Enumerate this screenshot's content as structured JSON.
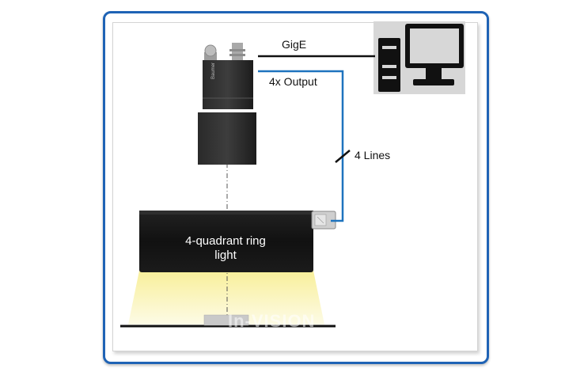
{
  "labels": {
    "gige": "GigE",
    "output": "4x Output",
    "lines": "4 Lines",
    "ring_light_line1": "4-quadrant ring",
    "ring_light_line2": "light",
    "camera_brand": "Baumer",
    "watermark": "In-VISION"
  },
  "icons": {
    "computer": "computer-icon",
    "camera": "camera-icon",
    "ring_light": "ring-light-icon",
    "connector": "connector-icon"
  },
  "colors": {
    "frame_border": "#1f63b5",
    "output_cable": "#1e73be",
    "gige_cable": "#111111",
    "light_beam": "#fbf5b3",
    "ring_light_body": "#1a1a1a"
  }
}
